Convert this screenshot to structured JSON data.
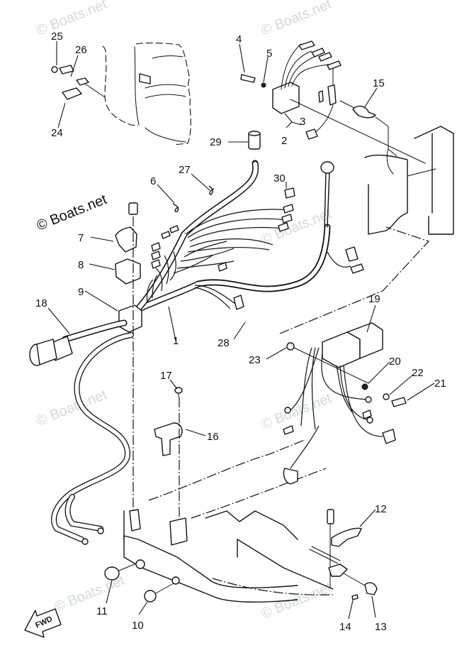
{
  "diagram": {
    "title": "Electrical / Wire Harness Exploded Parts Diagram",
    "watermark_text": "© Boats.net",
    "direction_marker": "FWD",
    "callouts": [
      {
        "id": "c1",
        "number": "1",
        "part": "wire harness"
      },
      {
        "id": "c2",
        "number": "2",
        "part": "rectifier / regulator assembly"
      },
      {
        "id": "c3",
        "number": "3",
        "part": "fuse holder"
      },
      {
        "id": "c4",
        "number": "4",
        "part": "bolt"
      },
      {
        "id": "c5",
        "number": "5",
        "part": "washer"
      },
      {
        "id": "c6",
        "number": "6",
        "part": "clip"
      },
      {
        "id": "c7",
        "number": "7",
        "part": "holder"
      },
      {
        "id": "c8",
        "number": "8",
        "part": "holder"
      },
      {
        "id": "c9",
        "number": "9",
        "part": "grommet"
      },
      {
        "id": "c10",
        "number": "10",
        "part": "grommet"
      },
      {
        "id": "c11",
        "number": "11",
        "part": "grommet"
      },
      {
        "id": "c12",
        "number": "12",
        "part": "clamp"
      },
      {
        "id": "c13",
        "number": "13",
        "part": "clamp"
      },
      {
        "id": "c14",
        "number": "14",
        "part": "screw"
      },
      {
        "id": "c15",
        "number": "15",
        "part": "clamp"
      },
      {
        "id": "c16",
        "number": "16",
        "part": "bracket"
      },
      {
        "id": "c17",
        "number": "17",
        "part": "bolt"
      },
      {
        "id": "c18",
        "number": "18",
        "part": "connector cable"
      },
      {
        "id": "c19",
        "number": "19",
        "part": "ignition coil assembly"
      },
      {
        "id": "c20",
        "number": "20",
        "part": "washer"
      },
      {
        "id": "c21",
        "number": "21",
        "part": "bolt"
      },
      {
        "id": "c22",
        "number": "22",
        "part": "washer"
      },
      {
        "id": "c23",
        "number": "23",
        "part": "grommet"
      },
      {
        "id": "c24",
        "number": "24",
        "part": "switch"
      },
      {
        "id": "c25",
        "number": "25",
        "part": "screw"
      },
      {
        "id": "c26",
        "number": "26",
        "part": "washer"
      },
      {
        "id": "c27",
        "number": "27",
        "part": "clip"
      },
      {
        "id": "c28",
        "number": "28",
        "part": "cap"
      },
      {
        "id": "c29",
        "number": "29",
        "part": "relay"
      },
      {
        "id": "c30",
        "number": "30",
        "part": "clip"
      }
    ]
  }
}
